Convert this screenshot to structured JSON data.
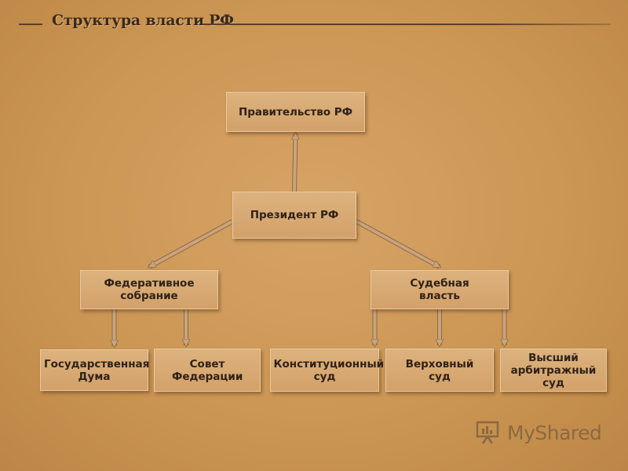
{
  "title": "Структура власти РФ",
  "nodes": [
    {
      "id": "government",
      "label": "Правительство РФ"
    },
    {
      "id": "president",
      "label": "Президент РФ"
    },
    {
      "id": "federal-assembly",
      "label": "Федеративное собрание"
    },
    {
      "id": "judicial",
      "label": "Судебная власть"
    },
    {
      "id": "state-duma",
      "label": "Государственная Дума"
    },
    {
      "id": "federation-council",
      "label": "Совет Федерации"
    },
    {
      "id": "constitutional-court",
      "label": "Конституционный суд"
    },
    {
      "id": "supreme-court",
      "label": "Верховный суд"
    },
    {
      "id": "arbitration-court",
      "label": "Высший арбитражный суд"
    }
  ],
  "edges": [
    {
      "from": "president",
      "to": "government"
    },
    {
      "from": "president",
      "to": "federal-assembly"
    },
    {
      "from": "president",
      "to": "judicial"
    },
    {
      "from": "federal-assembly",
      "to": "state-duma"
    },
    {
      "from": "federal-assembly",
      "to": "federation-council"
    },
    {
      "from": "judicial",
      "to": "constitutional-court"
    },
    {
      "from": "judicial",
      "to": "supreme-court"
    },
    {
      "from": "judicial",
      "to": "arbitration-court"
    }
  ],
  "logo": {
    "text": "MyShared",
    "icon": "presentation-board-icon"
  },
  "colors": {
    "background": "#cc9654",
    "box": "#d6a56f",
    "arrow": "#c9a47c",
    "text": "#2e2216"
  }
}
